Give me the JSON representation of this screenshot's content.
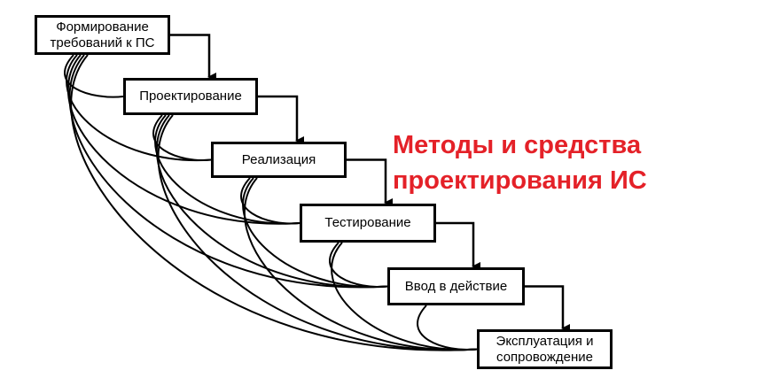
{
  "stages": [
    {
      "label": "Формирование требований к ПС"
    },
    {
      "label": "Проектирование"
    },
    {
      "label": "Реализация"
    },
    {
      "label": "Тестирование"
    },
    {
      "label": "Ввод в действие"
    },
    {
      "label": "Эксплуатация и сопровождение"
    }
  ],
  "title": {
    "line1": "Методы и средства",
    "line2": "проектирования ИС",
    "color": "#e42128"
  }
}
